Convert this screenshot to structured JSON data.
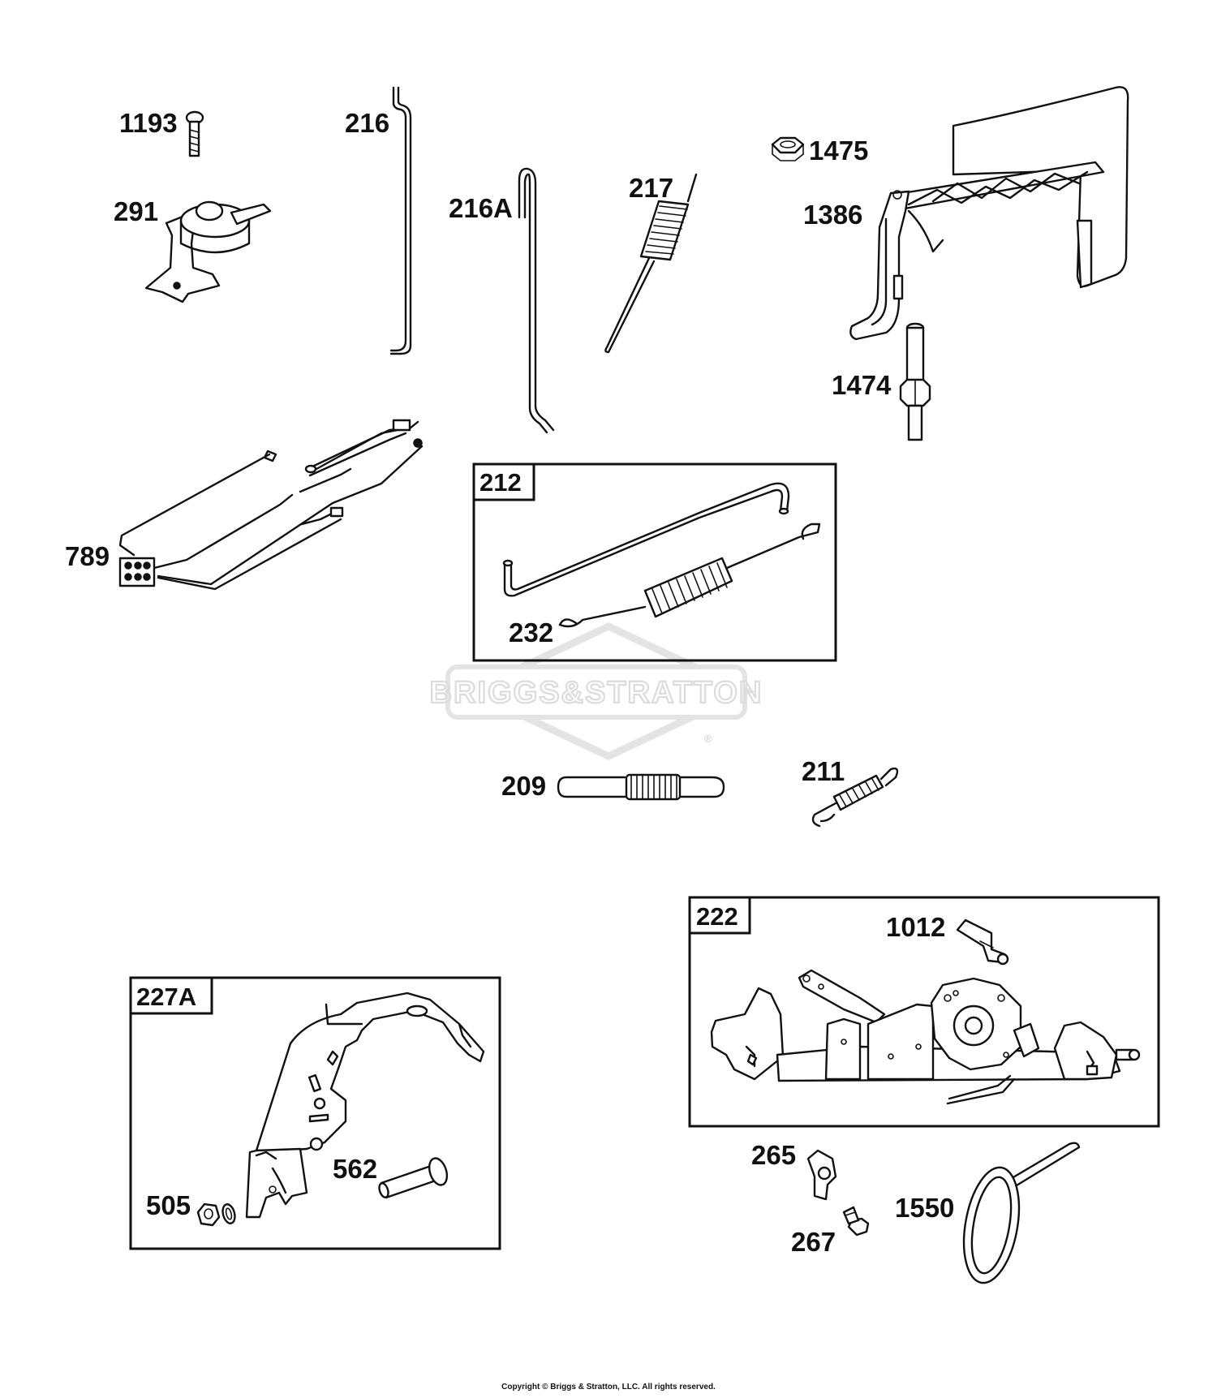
{
  "watermark": {
    "brand": "BRIGGS&STRATTON",
    "registered": "®"
  },
  "parts": {
    "p1193": "1193",
    "p291": "291",
    "p216": "216",
    "p216A": "216A",
    "p217": "217",
    "p1475": "1475",
    "p1386": "1386",
    "p1474": "1474",
    "p789": "789",
    "p232": "232",
    "p209": "209",
    "p211": "211",
    "p1012": "1012",
    "p562": "562",
    "p505": "505",
    "p265": "265",
    "p267": "267",
    "p1550": "1550"
  },
  "groups": {
    "g212": "212",
    "g222": "222",
    "g227A": "227A"
  },
  "footer": {
    "copyright": "Copyright © Briggs & Stratton, LLC. All rights reserved."
  }
}
